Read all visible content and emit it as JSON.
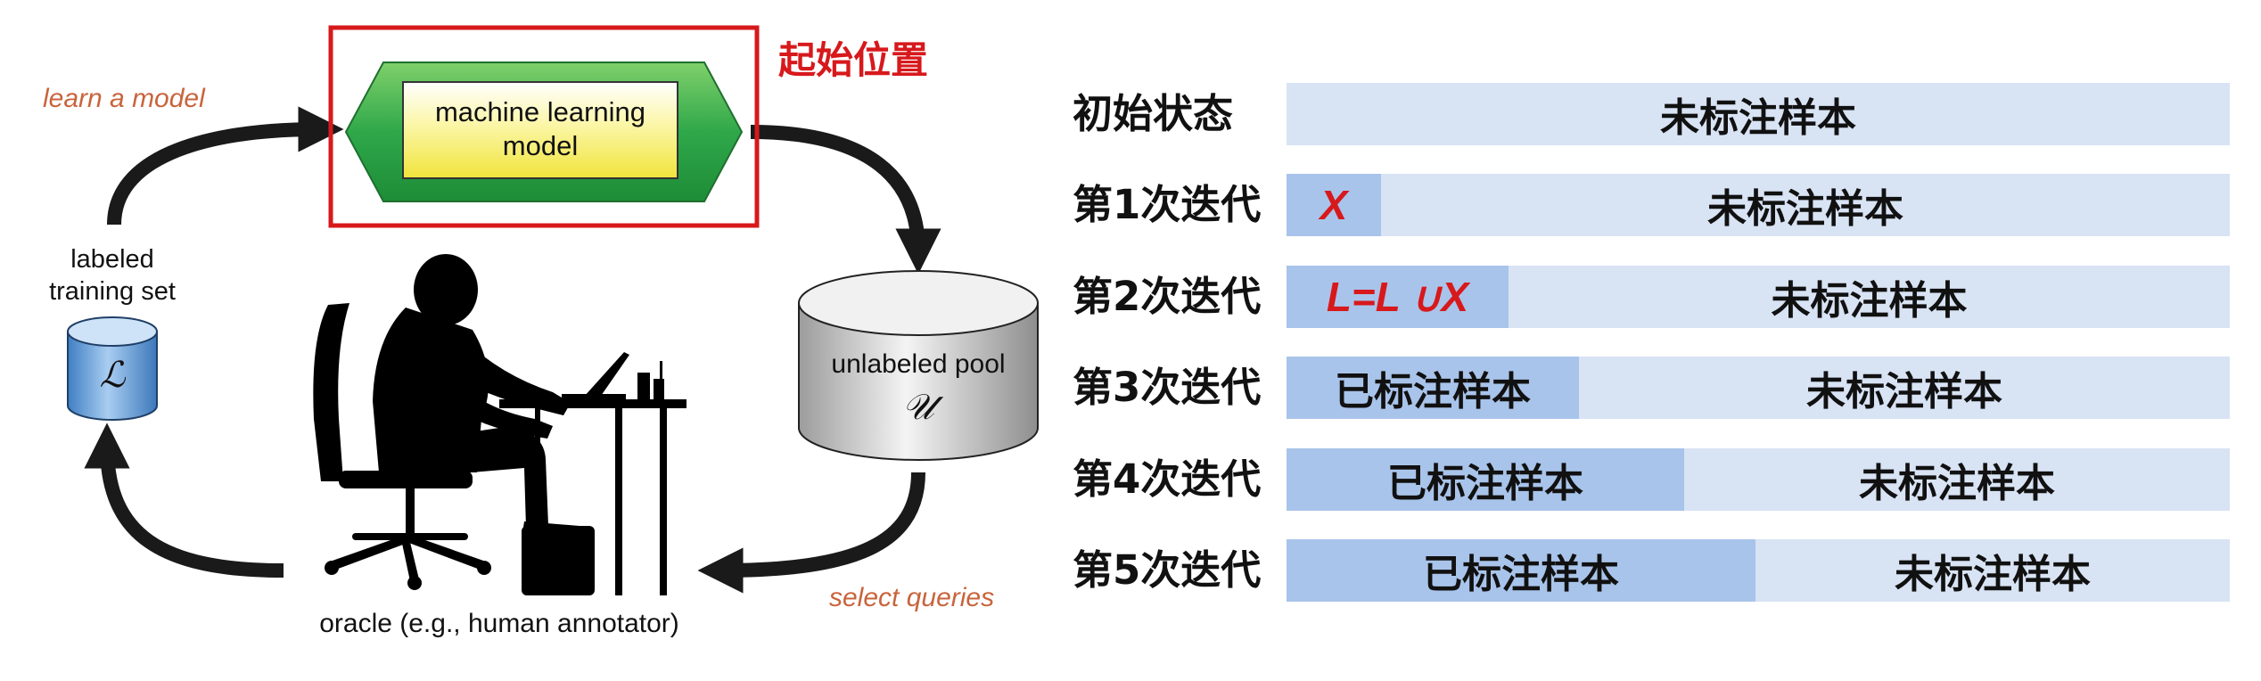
{
  "diagram": {
    "start_label": "起始位置",
    "learn_label": "learn a model",
    "select_label": "select queries",
    "model_label_line1": "machine learning",
    "model_label_line2": "model",
    "labeled_set_line1": "labeled",
    "labeled_set_line2": "training set",
    "labeled_symbol": "ℒ",
    "pool_label": "unlabeled pool",
    "pool_symbol": "𝒰",
    "oracle_label": "oracle (e.g., human annotator)",
    "colors": {
      "accent_red": "#d7191c",
      "italic_orange": "#c8643c",
      "model_green": "#2fa84a",
      "model_yellow": "#f6ef7a",
      "cylinder_blue": "#5b92cf",
      "cylinder_gray": "#cfcfcf"
    }
  },
  "rows": [
    {
      "label": "初始状态",
      "labeled_text": "",
      "unlabeled_text": "未标注样本",
      "labeled_fraction": 0.0,
      "labeled_is_red": false
    },
    {
      "label": "第1次迭代",
      "labeled_text": "X",
      "unlabeled_text": "未标注样本",
      "labeled_fraction": 0.1,
      "labeled_is_red": true
    },
    {
      "label": "第2次迭代",
      "labeled_text": "L=L ∪X",
      "unlabeled_text": "未标注样本",
      "labeled_fraction": 0.235,
      "labeled_is_red": true
    },
    {
      "label": "第3次迭代",
      "labeled_text": "已标注样本",
      "unlabeled_text": "未标注样本",
      "labeled_fraction": 0.31,
      "labeled_is_red": false
    },
    {
      "label": "第4次迭代",
      "labeled_text": "已标注样本",
      "unlabeled_text": "未标注样本",
      "labeled_fraction": 0.422,
      "labeled_is_red": false
    },
    {
      "label": "第5次迭代",
      "labeled_text": "已标注样本",
      "unlabeled_text": "未标注样本",
      "labeled_fraction": 0.497,
      "labeled_is_red": false
    }
  ]
}
